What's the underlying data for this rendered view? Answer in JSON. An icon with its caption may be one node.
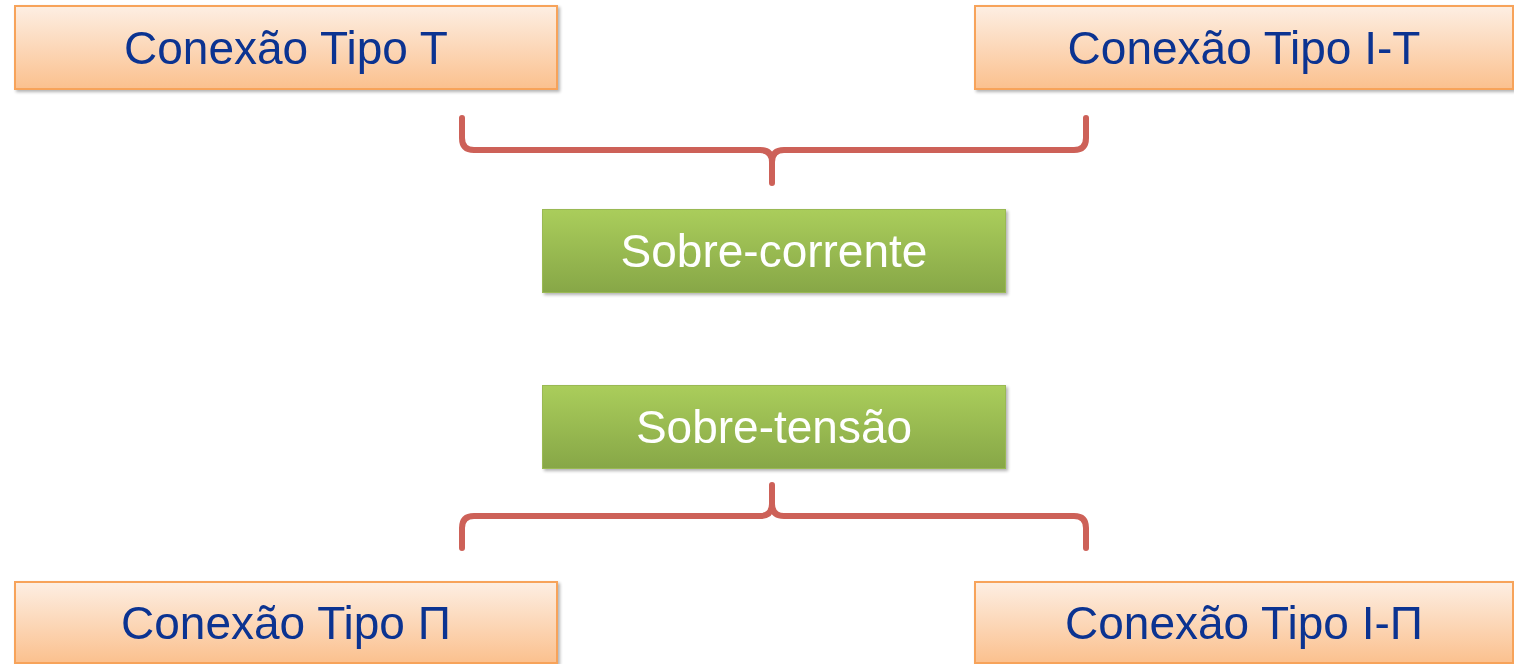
{
  "diagram": {
    "nodes": [
      {
        "text": [
          "Conexão Tipo T"
        ]
      },
      {
        "text": [
          "Conexão Tipo I-T"
        ]
      },
      {
        "text": [
          "Sobre-corrente"
        ]
      },
      {
        "text": [
          "Sobre-tensão"
        ]
      },
      {
        "text": [
          "Conexão Tipo Π"
        ]
      },
      {
        "text": [
          "Conexão Tipo I-Π"
        ]
      }
    ]
  }
}
